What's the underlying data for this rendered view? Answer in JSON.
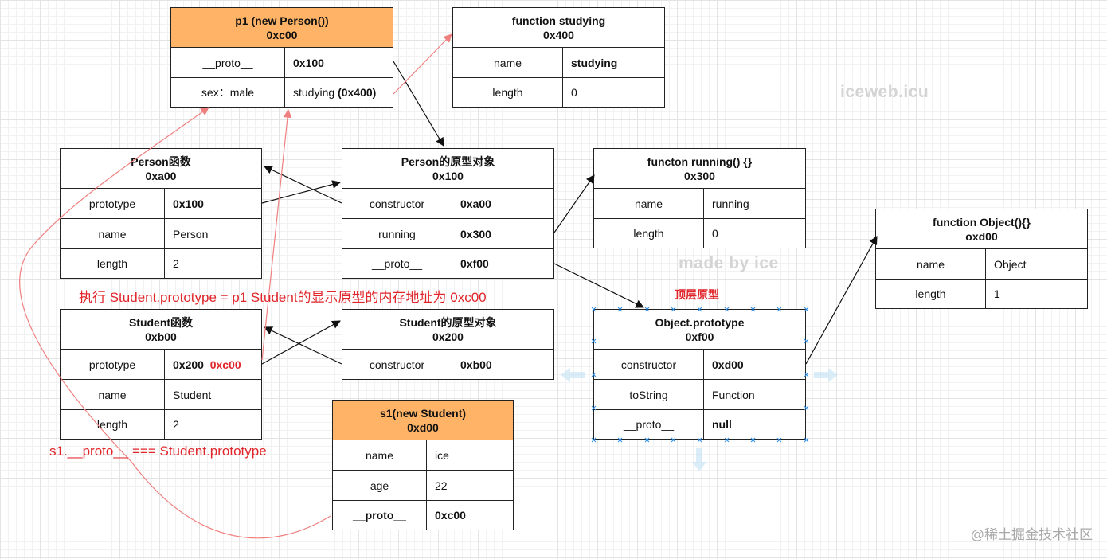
{
  "boxes": {
    "p1": {
      "title": "p1 (new Person())",
      "addr": "0xc00",
      "rows": [
        {
          "k": "__proto__",
          "v": "0x100"
        },
        {
          "k": "sex：male",
          "v": "studying",
          "v2": "(0x400)"
        }
      ]
    },
    "studying": {
      "title": "function studying",
      "addr": "0x400",
      "rows": [
        {
          "k": "name",
          "v": "studying"
        },
        {
          "k": "length",
          "v": "0"
        }
      ]
    },
    "person_fn": {
      "title": "Person函数",
      "addr": "0xa00",
      "rows": [
        {
          "k": "prototype",
          "v": "0x100"
        },
        {
          "k": "name",
          "v": "Person"
        },
        {
          "k": "length",
          "v": "2"
        }
      ]
    },
    "person_proto": {
      "title": "Person的原型对象",
      "addr": "0x100",
      "rows": [
        {
          "k": "constructor",
          "v": "0xa00"
        },
        {
          "k": "running",
          "v": "0x300"
        },
        {
          "k": "__proto__",
          "v": "0xf00"
        }
      ]
    },
    "running": {
      "title": "functon running() {}",
      "addr": "0x300",
      "rows": [
        {
          "k": "name",
          "v": "running"
        },
        {
          "k": "length",
          "v": "0"
        }
      ]
    },
    "object_fn": {
      "title": "function Object(){}",
      "addr": "oxd00",
      "rows": [
        {
          "k": "name",
          "v": "Object"
        },
        {
          "k": "length",
          "v": "1"
        }
      ]
    },
    "student_fn": {
      "title": "Student函数",
      "addr": "0xb00",
      "rows": [
        {
          "k": "prototype",
          "v": "0x200",
          "v2": "0xc00"
        },
        {
          "k": "name",
          "v": "Student"
        },
        {
          "k": "length",
          "v": "2"
        }
      ]
    },
    "student_proto": {
      "title": "Student的原型对象",
      "addr": "0x200",
      "rows": [
        {
          "k": "constructor",
          "v": "0xb00"
        }
      ]
    },
    "object_proto": {
      "title": "Object.prototype",
      "addr": "0xf00",
      "rows": [
        {
          "k": "constructor",
          "v": "0xd00"
        },
        {
          "k": "toString",
          "v": "Function"
        },
        {
          "k": "__proto__",
          "v": "null"
        }
      ]
    },
    "s1": {
      "title": "s1(new Student)",
      "addr": "0xd00",
      "rows": [
        {
          "k": "name",
          "v": "ice"
        },
        {
          "k": "age",
          "v": "22"
        },
        {
          "k": "__proto__",
          "v": "0xc00"
        }
      ]
    }
  },
  "notes": {
    "assign": "执行 Student.prototype = p1 Student的显示原型的内存地址为 0xc00",
    "s1_proto": "s1.__proto__ === Student.prototype",
    "top_proto": "顶层原型"
  },
  "watermarks": {
    "site": "iceweb.icu",
    "made_by": "made by ice",
    "platform": "@稀土掘金技术社区"
  },
  "colors": {
    "orange_header": "#ffb366",
    "red_annotation": "#e0262b",
    "black_arrow": "#111111",
    "pink_arrow": "#f08080",
    "selection_blue": "#2a8ee6"
  }
}
